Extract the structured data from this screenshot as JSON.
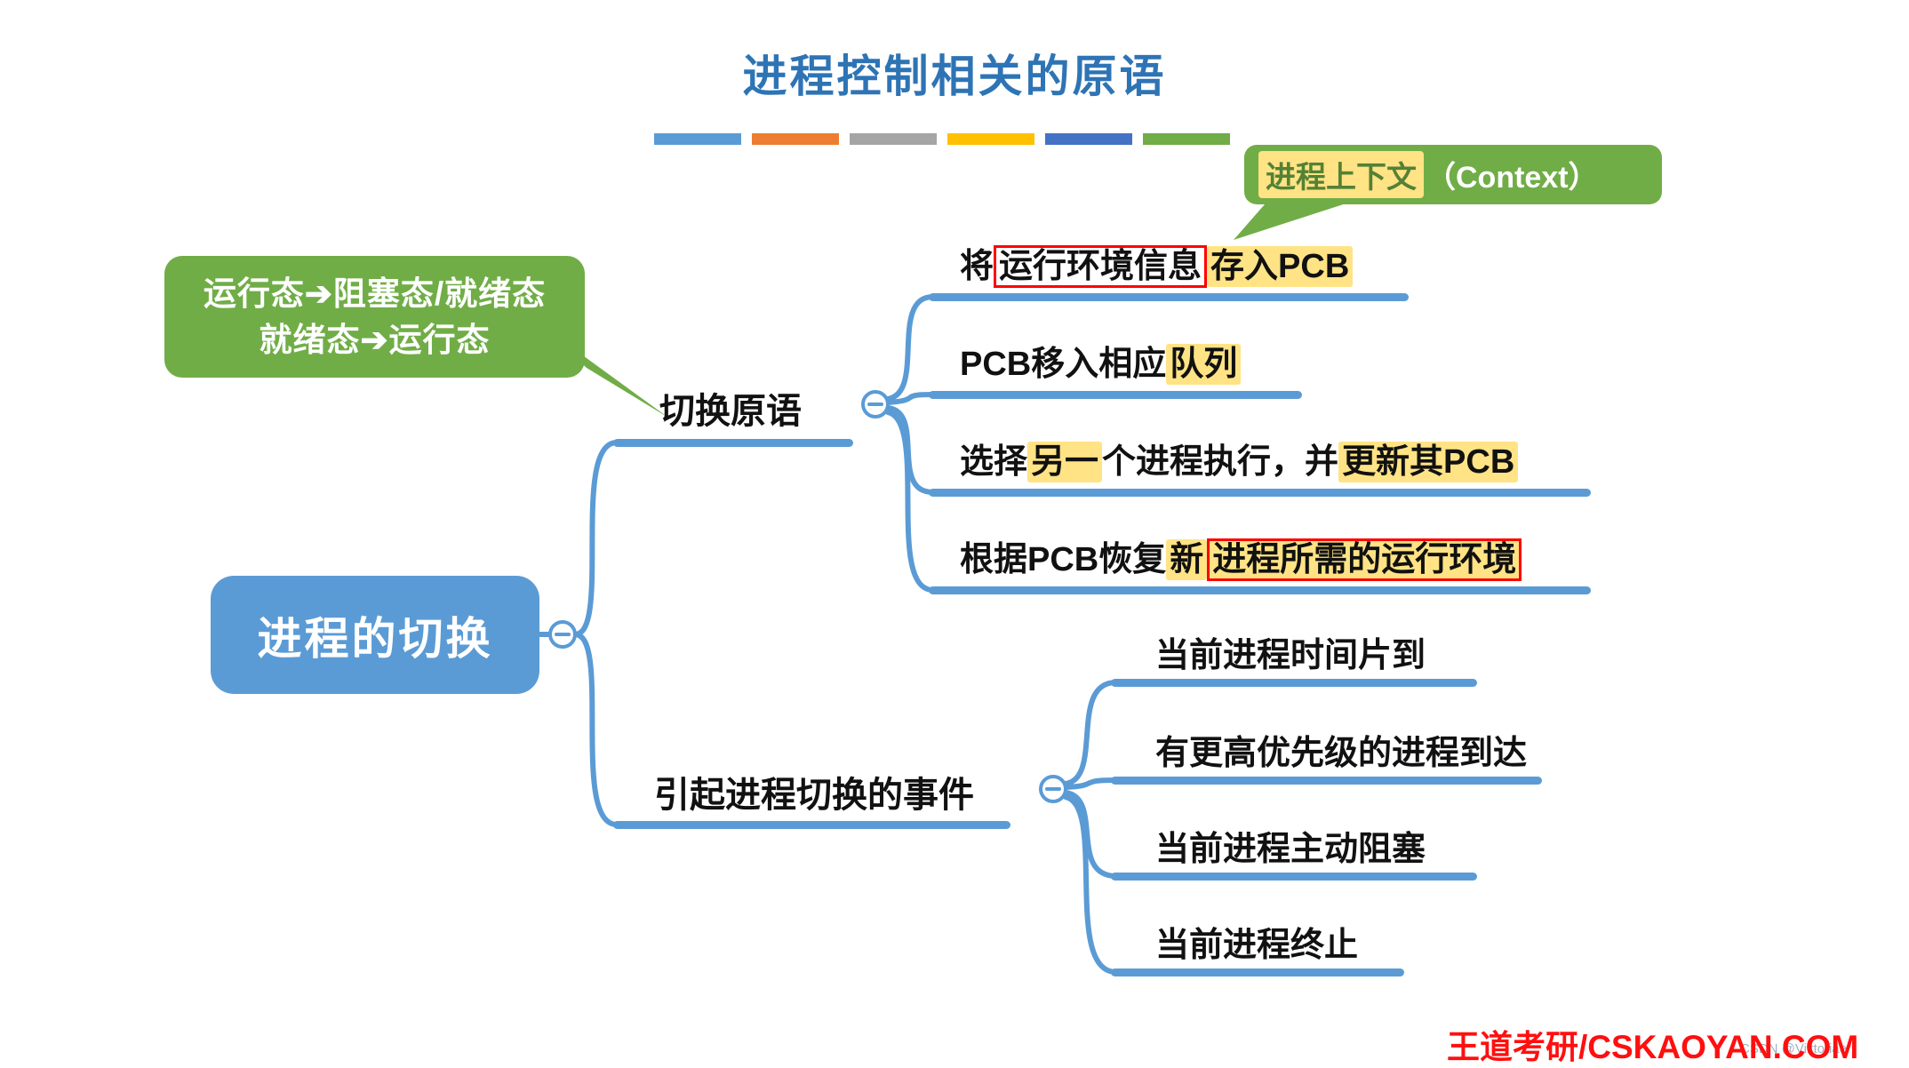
{
  "title": "进程控制相关的原语",
  "palette_bars": {
    "colors": [
      "#5B9BD5",
      "#ED7D31",
      "#A5A5A5",
      "#FFC000",
      "#4472C4",
      "#70AD47"
    ]
  },
  "callouts": {
    "context": {
      "highlighted": "进程上下文",
      "rest": "（Context）"
    },
    "state_transitions": {
      "line1": "运行态➔阻塞态/就绪态",
      "line2": "就绪态➔运行态"
    }
  },
  "root": {
    "label": "进程的切换"
  },
  "branches": [
    {
      "label": "切换原语",
      "children": [
        {
          "segments": [
            {
              "text": "将",
              "style": "plain"
            },
            {
              "text": "运行环境信息",
              "style": "red-box"
            },
            {
              "text": "存入PCB",
              "style": "highlight"
            }
          ]
        },
        {
          "segments": [
            {
              "text": "PCB移入相应",
              "style": "plain"
            },
            {
              "text": "队列",
              "style": "highlight"
            }
          ]
        },
        {
          "segments": [
            {
              "text": "选择",
              "style": "plain"
            },
            {
              "text": "另一",
              "style": "highlight"
            },
            {
              "text": "个进程执行，并",
              "style": "plain"
            },
            {
              "text": "更新其PCB",
              "style": "highlight"
            }
          ]
        },
        {
          "segments": [
            {
              "text": "根据PCB恢复",
              "style": "plain"
            },
            {
              "text": "新",
              "style": "highlight"
            },
            {
              "text": "进程所需的运行环境",
              "style": "red-box-highlight"
            }
          ]
        }
      ]
    },
    {
      "label": "引起进程切换的事件",
      "children": [
        {
          "text": "当前进程时间片到"
        },
        {
          "text": "有更高优先级的进程到达"
        },
        {
          "text": "当前进程主动阻塞"
        },
        {
          "text": "当前进程终止"
        }
      ]
    }
  ],
  "footer": {
    "brand": "王道考研/CSKAOYAN.COM",
    "watermark": "CSDN @Viktoriae"
  },
  "colors": {
    "line_blue": "#5B9BD5",
    "root_node_blue": "#5B9BD5",
    "callout_green": "#70AD47",
    "highlight_yellow": "#FFE385",
    "red_box": "#FF0000",
    "title_blue": "#2E74B5",
    "brand_red": "#FF0F0F"
  }
}
